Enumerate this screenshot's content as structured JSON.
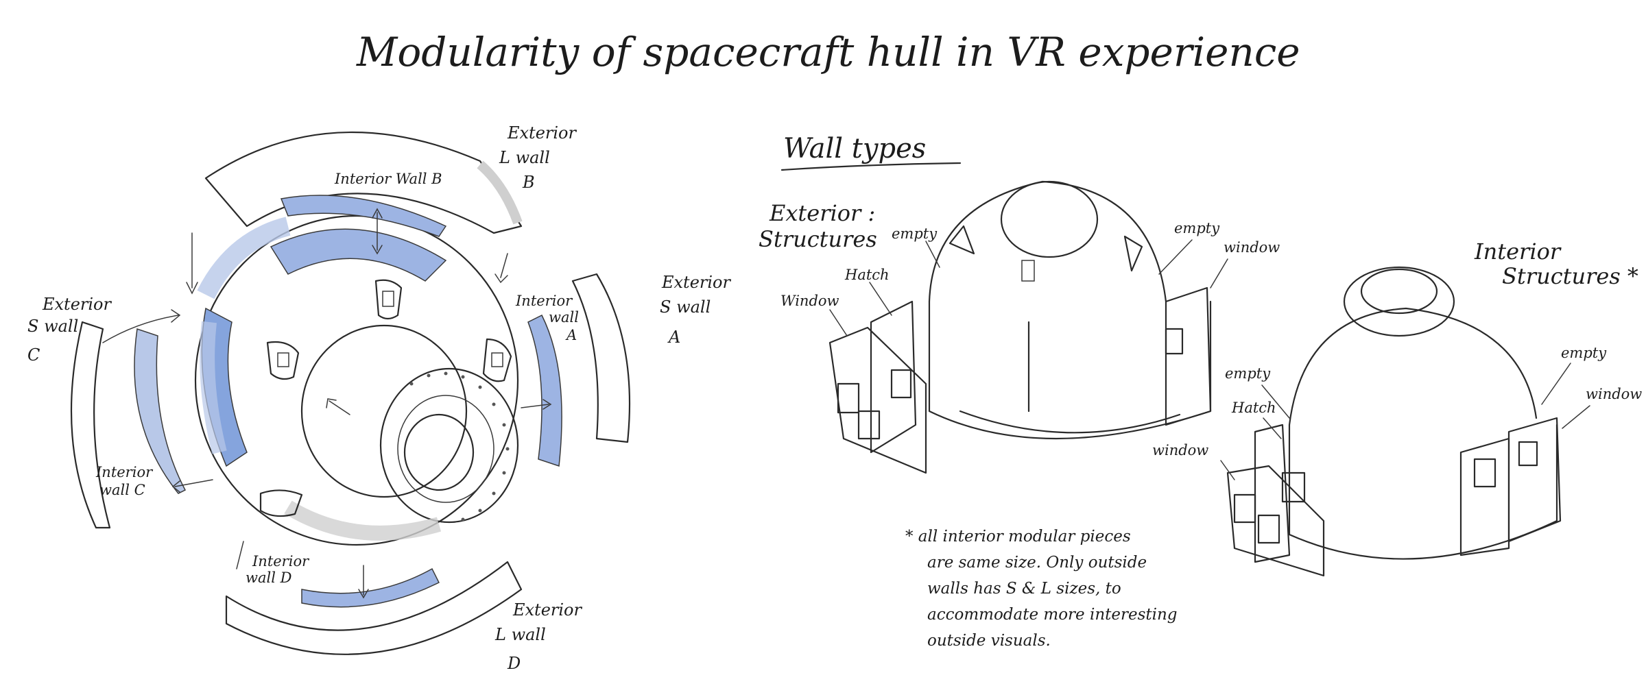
{
  "title": "Modularity of spacecraft hull in VR experience",
  "colors": {
    "ink": "#2a2a2a",
    "blue_light": "#b8c8e8",
    "blue_mid": "#9db4e3",
    "blue_dark": "#85a4dd",
    "grey": "#cfcfcf"
  },
  "left": {
    "ext_l_b": [
      "Exterior",
      "L wall",
      "B"
    ],
    "int_b": "Interior Wall B",
    "ext_s_c": [
      "Exterior",
      "S wall",
      "C"
    ],
    "int_a": [
      "Interior",
      "wall",
      "A"
    ],
    "ext_s_a": [
      "Exterior",
      "S wall",
      "A"
    ],
    "int_c": [
      "Interior",
      "wall C"
    ],
    "int_d": [
      "Interior",
      "wall D"
    ],
    "ext_l_d": [
      "Exterior",
      "L wall",
      "D"
    ]
  },
  "wall_types": {
    "heading": "Wall types",
    "exterior_label": [
      "Exterior :",
      "Structures"
    ],
    "exterior_callouts": {
      "empty_left": "empty",
      "empty_right": "empty",
      "hatch": "Hatch",
      "window_left": "Window",
      "window_right": "window"
    },
    "interior_label": [
      "Interior",
      "Structures *"
    ],
    "interior_callouts": {
      "empty_left": "empty",
      "empty_right": "empty",
      "hatch": "Hatch",
      "window_left": "window",
      "window_right": "window"
    },
    "note": [
      "* all interior modular pieces",
      "are same size. Only outside",
      "walls has S & L sizes, to",
      "accommodate more interesting",
      "outside visuals."
    ]
  }
}
